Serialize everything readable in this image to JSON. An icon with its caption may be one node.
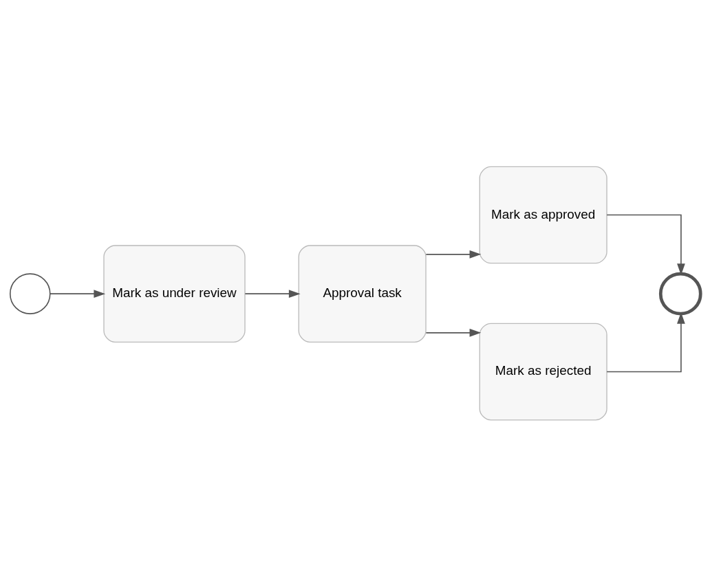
{
  "diagram": {
    "nodes": [
      {
        "text": [],
        "shape": "circle"
      },
      {
        "text": [
          "Mark as under review"
        ]
      },
      {
        "text": [
          "Approval task"
        ]
      },
      {
        "text": [
          "Mark as approved"
        ]
      },
      {
        "text": [
          "Mark as rejected"
        ]
      },
      {
        "text": [],
        "shape": "circle"
      }
    ],
    "edges": [
      {
        "from": 0,
        "to": 1,
        "arrow": "to"
      },
      {
        "from": 1,
        "to": 2,
        "arrow": "to"
      },
      {
        "from": 2,
        "to": 3,
        "arrow": "to"
      },
      {
        "from": 3,
        "to": 5,
        "arrow": "to"
      },
      {
        "from": 2,
        "to": 4,
        "arrow": "to"
      },
      {
        "from": 4,
        "to": 5,
        "arrow": "to"
      }
    ]
  }
}
